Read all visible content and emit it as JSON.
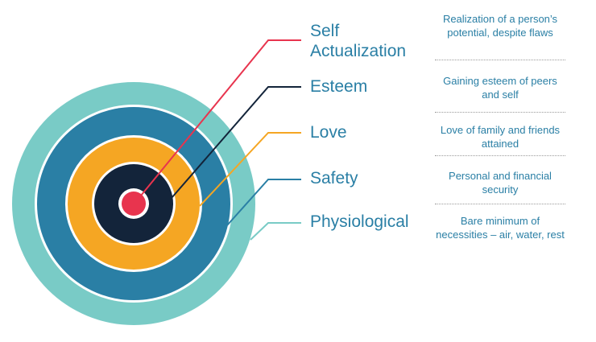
{
  "levels": [
    {
      "id": "self-actualization",
      "label": "Self\nActualization",
      "description": "Realization of a person’s potential, despite flaws",
      "color": "#e8344e"
    },
    {
      "id": "esteem",
      "label": "Esteem",
      "description": "Gaining esteem of peers and self",
      "color": "#13243a"
    },
    {
      "id": "love",
      "label": "Love",
      "description": "Love of family and friends attained",
      "color": "#f5a623"
    },
    {
      "id": "safety",
      "label": "Safety",
      "description": "Personal and financial security",
      "color": "#2a7fa5"
    },
    {
      "id": "physiological",
      "label": "Physiological",
      "description": "Bare minimum of necessities – air, water, rest",
      "color": "#79cbc6"
    }
  ],
  "colors": {
    "label_text": "#2a7fa5",
    "ring_gap": "#ffffff",
    "divider": "#9a9a9a"
  }
}
